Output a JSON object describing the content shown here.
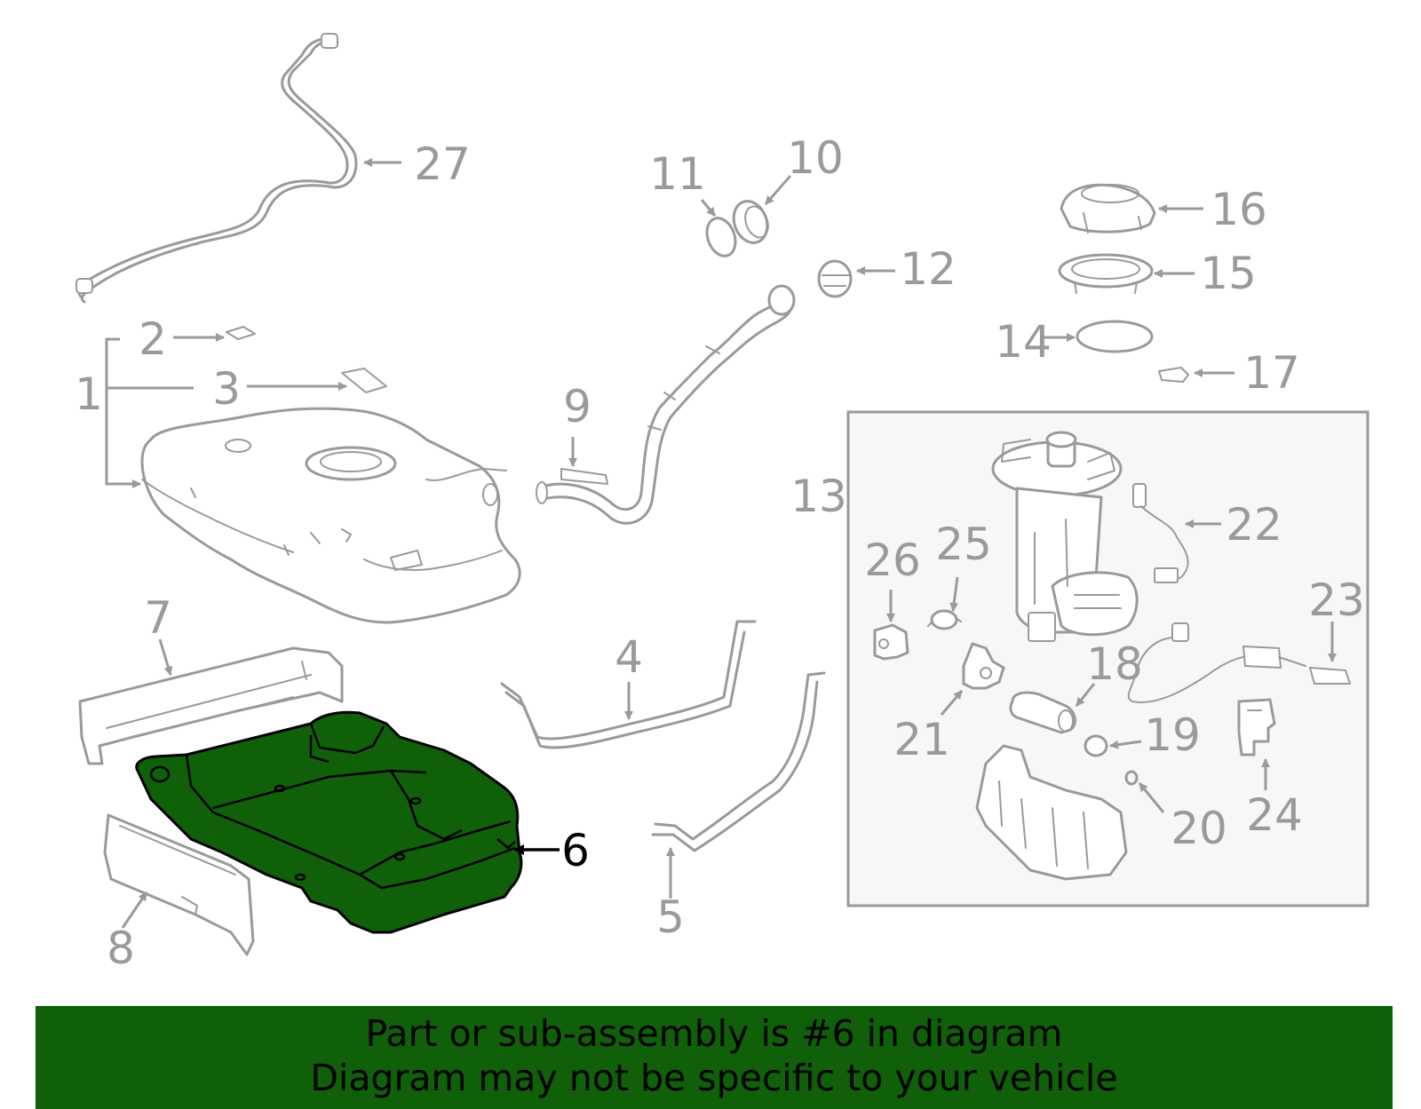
{
  "diagram": {
    "highlight_color": "#10600a",
    "highlighted_part": "6",
    "callouts": [
      "1",
      "2",
      "3",
      "4",
      "5",
      "6",
      "7",
      "8",
      "9",
      "10",
      "11",
      "12",
      "13",
      "14",
      "15",
      "16",
      "17",
      "18",
      "19",
      "20",
      "21",
      "22",
      "23",
      "24",
      "25",
      "26",
      "27"
    ]
  },
  "banner": {
    "line1": "Part or sub-assembly is #6 in diagram",
    "line2": "Diagram may not be specific to your vehicle"
  }
}
